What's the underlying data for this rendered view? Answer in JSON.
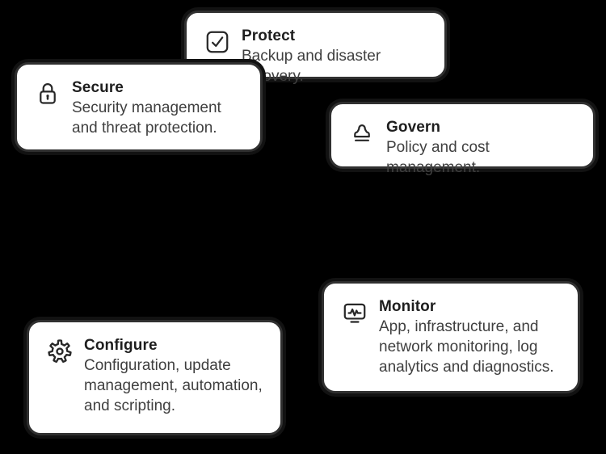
{
  "canvas": {
    "background_color": "#000000"
  },
  "card_style": {
    "background_color": "#ffffff",
    "border_color": "#303030",
    "title_color": "#1e1e1e",
    "description_color": "#3f3f3f"
  },
  "cards": [
    {
      "id": "protect",
      "title": "Protect",
      "description": "Backup and disaster recovery.",
      "icon": "checkbox-check-icon"
    },
    {
      "id": "secure",
      "title": "Secure",
      "description": "Security management and threat protection.",
      "icon": "lock-icon"
    },
    {
      "id": "govern",
      "title": "Govern",
      "description": "Policy and cost management.",
      "icon": "stamp-icon"
    },
    {
      "id": "monitor",
      "title": "Monitor",
      "description": "App, infrastructure, and network monitoring, log analytics and diagnostics.",
      "icon": "monitor-pulse-icon"
    },
    {
      "id": "configure",
      "title": "Configure",
      "description": "Configuration, update management, automation, and scripting.",
      "icon": "gear-icon"
    }
  ]
}
